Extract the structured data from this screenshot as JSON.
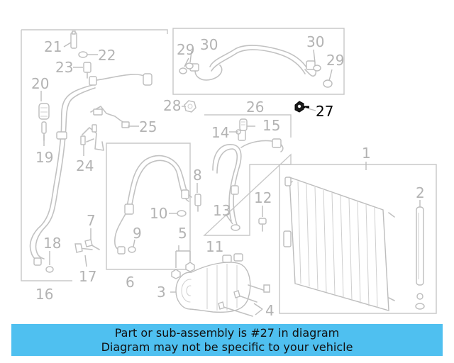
{
  "callouts": {
    "c1": "1",
    "c2": "2",
    "c3": "3",
    "c4": "4",
    "c5": "5",
    "c6": "6",
    "c7": "7",
    "c8": "8",
    "c9": "9",
    "c10": "10",
    "c11": "11",
    "c12": "12",
    "c13": "13",
    "c14": "14",
    "c15": "15",
    "c16": "16",
    "c17": "17",
    "c18": "18",
    "c19": "19",
    "c20": "20",
    "c21": "21",
    "c22": "22",
    "c23": "23",
    "c24": "24",
    "c25": "25",
    "c26": "26",
    "c27": "27",
    "c28": "28",
    "c29a": "29",
    "c29b": "29",
    "c30a": "30",
    "c30b": "30"
  },
  "highlight": {
    "part_number": "27",
    "color": "#000000"
  },
  "banner": {
    "line1": "Part or sub-assembly is #27 in diagram",
    "line2": "Diagram may not be specific to your vehicle",
    "background": "#4fc0f0"
  }
}
